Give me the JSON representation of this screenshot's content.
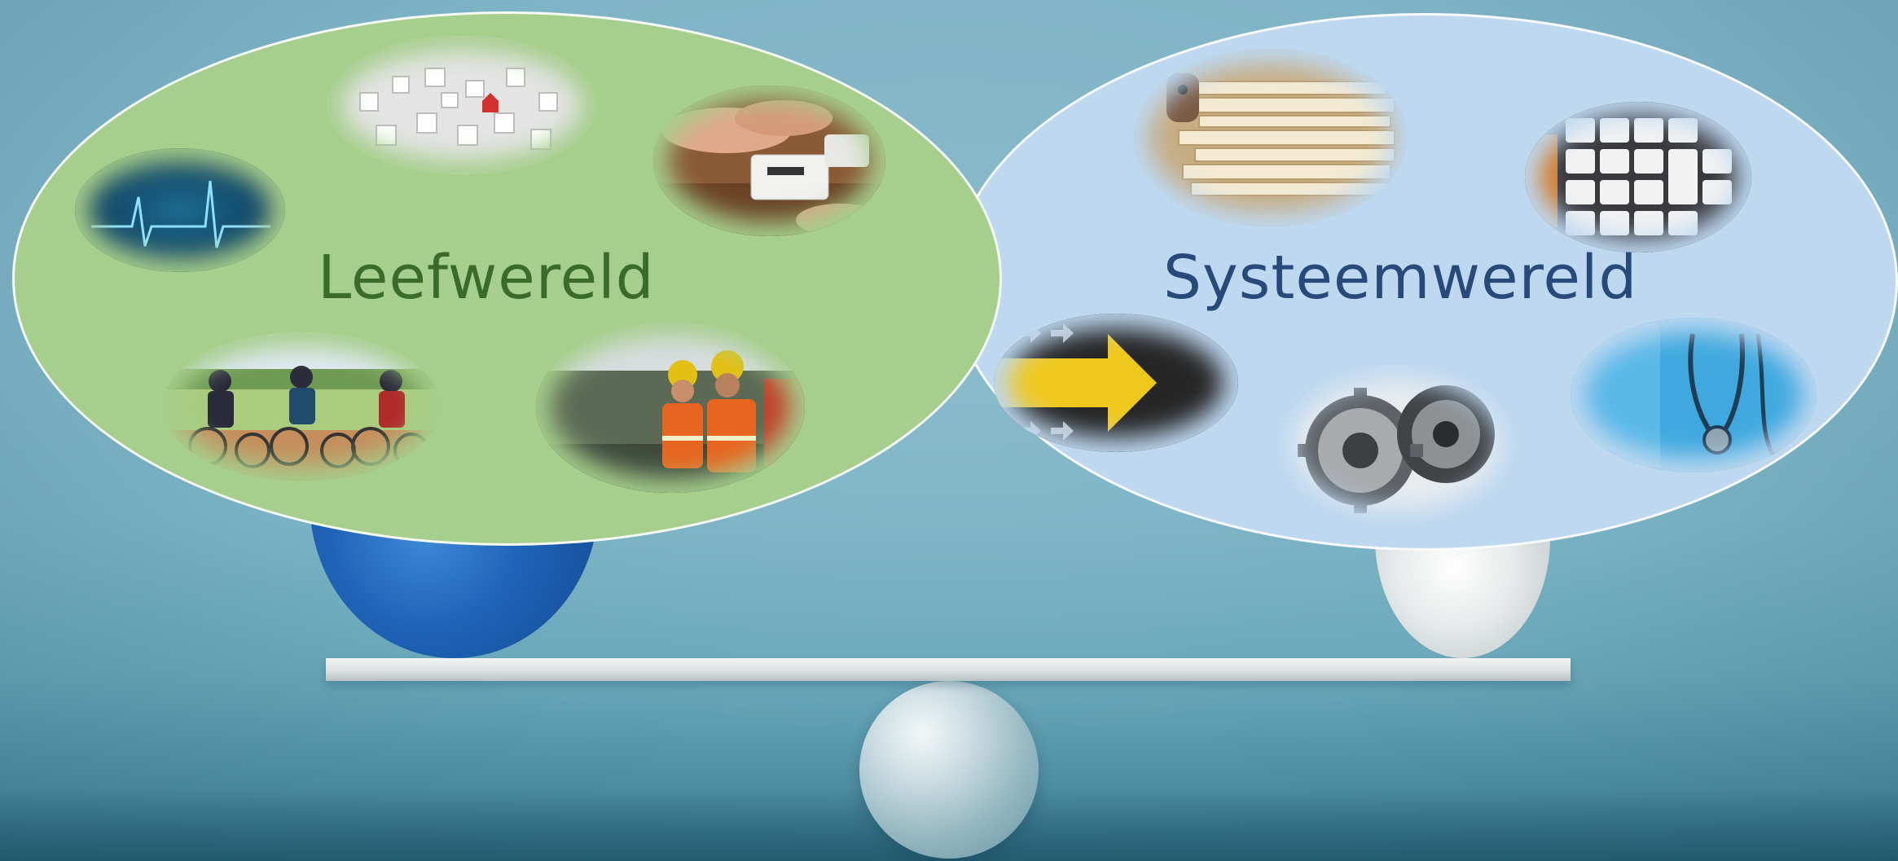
{
  "left_world": {
    "title": "Leefwereld",
    "background": "#a6ce8c",
    "text_color": "#3b6b2a",
    "images": [
      "heartbeat-image",
      "houses-image",
      "hands-device-image",
      "wheelchair-group-image",
      "workers-image"
    ]
  },
  "right_world": {
    "title": "Systeemwereld",
    "background": "#bed8f0",
    "text_color": "#284a7a",
    "images": [
      "paper-stack-image",
      "calculator-image",
      "arrow-image",
      "gears-image",
      "stethoscope-image"
    ]
  },
  "balance": {
    "left_ball_color": "#1f63b8",
    "right_ball_color": "#e6eaea",
    "beam_color": "#d9dede"
  }
}
